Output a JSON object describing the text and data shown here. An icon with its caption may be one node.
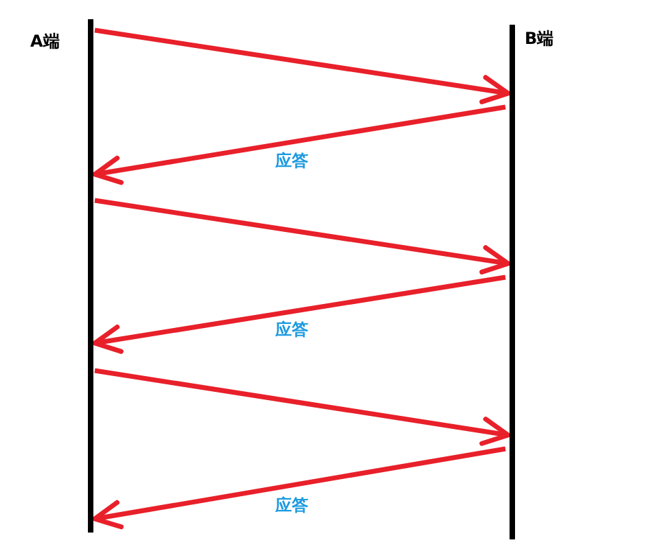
{
  "diagram": {
    "nodes": [
      {
        "text": [
          "A端"
        ]
      },
      {
        "text": [
          "B端"
        ]
      }
    ],
    "edges": [
      {
        "from": 0,
        "to": 1,
        "arrow": "to"
      },
      {
        "from": 1,
        "to": 0,
        "arrow": "to",
        "label": "应答"
      },
      {
        "from": 0,
        "to": 1,
        "arrow": "to"
      },
      {
        "from": 1,
        "to": 0,
        "arrow": "to",
        "label": "应答"
      },
      {
        "from": 0,
        "to": 1,
        "arrow": "to"
      },
      {
        "from": 1,
        "to": 0,
        "arrow": "to",
        "label": "应答"
      }
    ]
  }
}
